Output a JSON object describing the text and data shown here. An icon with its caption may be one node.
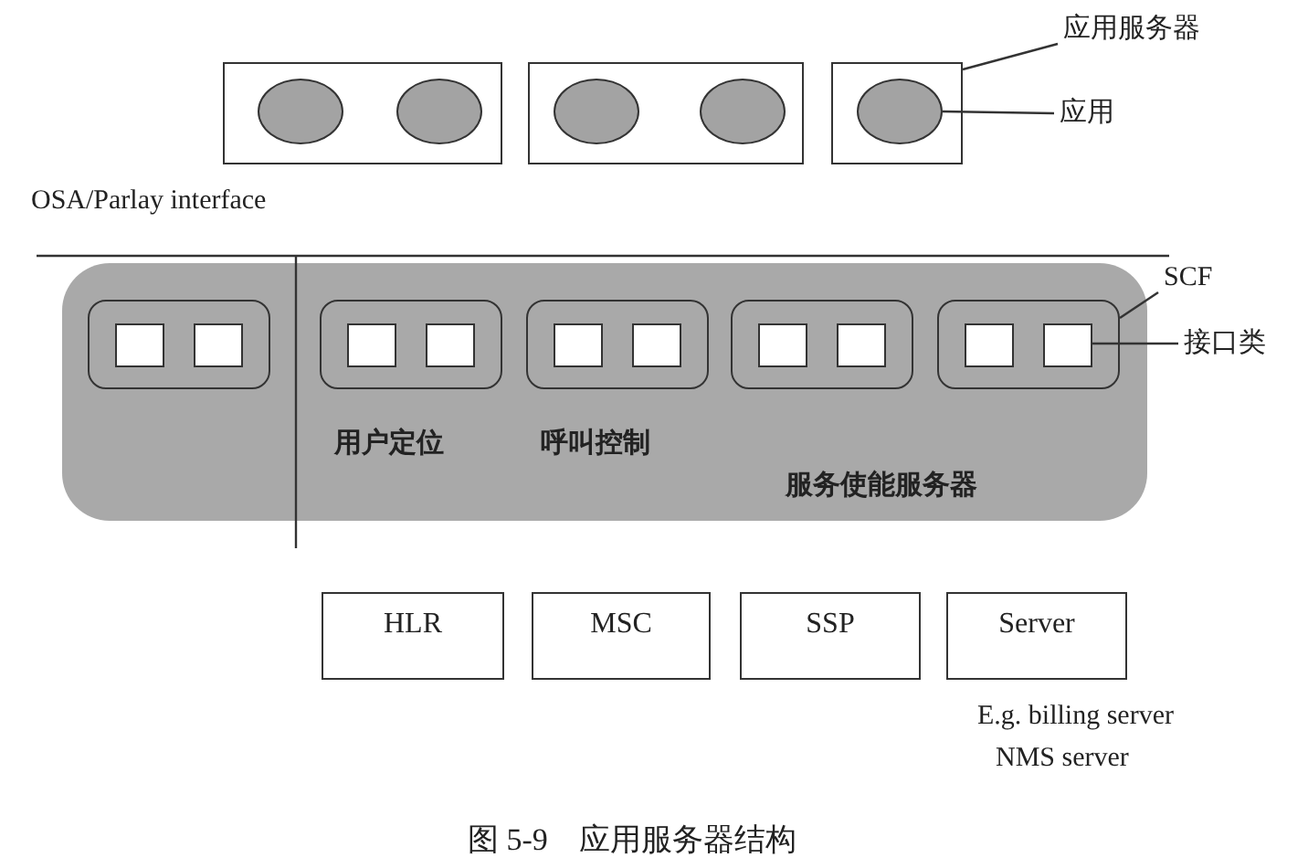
{
  "diagram": {
    "caption": "图 5-9　应用服务器结构",
    "nodes": [
      {
        "text": [],
        "shape": "box"
      },
      {
        "text": [],
        "shape": "ellipse",
        "in": 0
      },
      {
        "text": [],
        "shape": "ellipse",
        "in": 0
      },
      {
        "text": [],
        "shape": "box"
      },
      {
        "text": [],
        "shape": "ellipse",
        "in": 3
      },
      {
        "text": [],
        "shape": "ellipse",
        "in": 3
      },
      {
        "text": [],
        "shape": "box"
      },
      {
        "text": [],
        "shape": "ellipse",
        "in": 6
      },
      {
        "text": [
          "应用服务器"
        ]
      },
      {
        "text": [
          "应用"
        ]
      },
      {
        "text": [
          "服务使能服务器"
        ]
      },
      {
        "text": [],
        "shape": "box",
        "in": 10
      },
      {
        "text": [],
        "shape": "box",
        "in": 11
      },
      {
        "text": [],
        "shape": "box",
        "in": 11
      },
      {
        "text": [],
        "shape": "box",
        "in": 10,
        "beside": [
          "用户定位"
        ]
      },
      {
        "text": [],
        "shape": "box",
        "in": 14
      },
      {
        "text": [],
        "shape": "box",
        "in": 14
      },
      {
        "text": [],
        "shape": "box",
        "in": 10,
        "beside": [
          "呼叫控制"
        ]
      },
      {
        "text": [],
        "shape": "box",
        "in": 17
      },
      {
        "text": [],
        "shape": "box",
        "in": 17
      },
      {
        "text": [],
        "shape": "box",
        "in": 10
      },
      {
        "text": [],
        "shape": "box",
        "in": 20
      },
      {
        "text": [],
        "shape": "box",
        "in": 20
      },
      {
        "text": [],
        "shape": "box",
        "in": 10
      },
      {
        "text": [],
        "shape": "box",
        "in": 23
      },
      {
        "text": [],
        "shape": "box",
        "in": 23
      },
      {
        "text": [
          "SCF"
        ]
      },
      {
        "text": [
          "接口类"
        ]
      },
      {
        "text": [
          "HLR"
        ]
      },
      {
        "text": [
          "MSC"
        ]
      },
      {
        "text": [
          "SSP"
        ]
      },
      {
        "text": [
          "Server"
        ],
        "beside": [
          "E.g. billing server",
          "NMS server"
        ]
      }
    ],
    "edges": [
      {
        "from": 8,
        "to": 6,
        "arrow": "none"
      },
      {
        "from": 9,
        "to": 7,
        "arrow": "none"
      },
      {
        "from": 26,
        "to": 23,
        "arrow": "none"
      },
      {
        "from": 27,
        "to": 25,
        "arrow": "none"
      }
    ],
    "labels": [
      "OSA/Parlay interface"
    ]
  }
}
